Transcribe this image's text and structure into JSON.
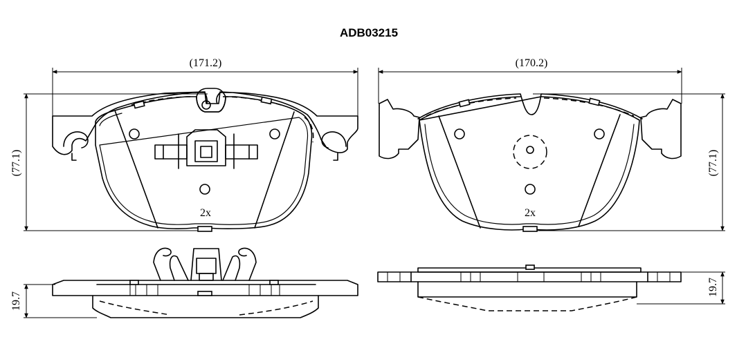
{
  "part_number": "ADB03215",
  "left_pad": {
    "width_label": "(171.2)",
    "height_label": "(77.1)",
    "quantity_label": "2x",
    "thickness_label": "19.7"
  },
  "right_pad": {
    "width_label": "(170.2)",
    "height_label": "(77.1)",
    "quantity_label": "2x",
    "thickness_label": "19.7"
  }
}
